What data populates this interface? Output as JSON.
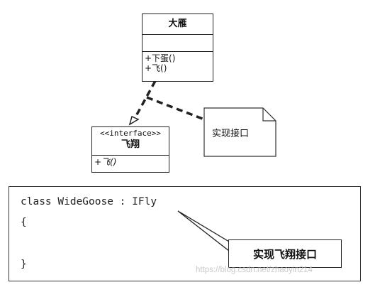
{
  "diagram": {
    "class_wild_goose": {
      "name": "大雁",
      "operations": [
        "+下蛋()",
        "+飞()"
      ]
    },
    "interface_fly": {
      "stereotype": "<<interface>>",
      "name": "飞翔",
      "operations": [
        "+飞()"
      ]
    },
    "note": {
      "text": "实现接口"
    },
    "code": {
      "lines": [
        "class WideGoose : IFly",
        "{",
        "}"
      ]
    },
    "callout": {
      "text": "实现飞翔接口"
    },
    "watermark": "https://blog.csdn.net/zhaoyin214"
  }
}
